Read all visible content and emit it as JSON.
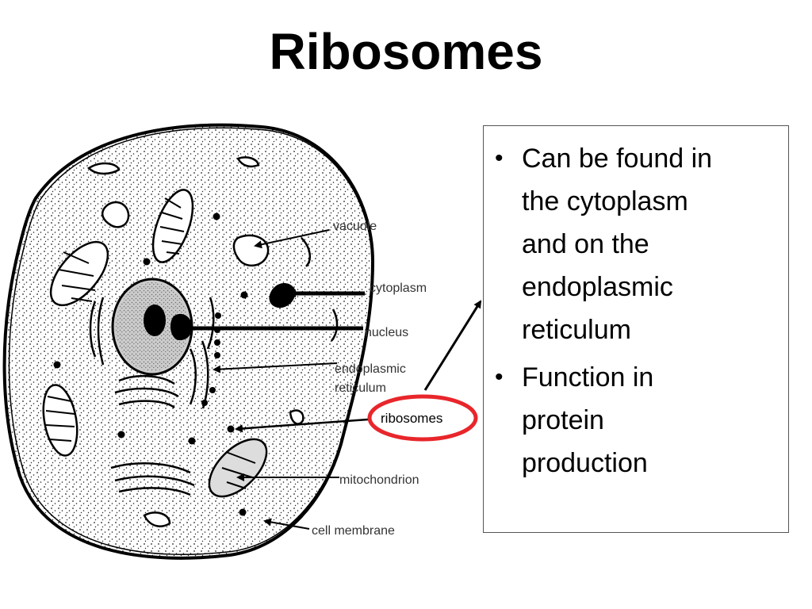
{
  "title": "Ribosomes",
  "diagram": {
    "labels": {
      "vacuole": "vacuole",
      "cytoplasm": "cytoplasm",
      "nucleus": "nucleus",
      "er_line1": "endoplasmic",
      "er_line2": "reticulum",
      "ribosomes": "ribosomes",
      "mitochondrion": "mitochondrion",
      "cell_membrane": "cell membrane"
    },
    "highlight_color": "#e8262b"
  },
  "bullets": [
    {
      "lines": [
        "Can be found in",
        "the cytoplasm",
        "and on the",
        "endoplasmic",
        "reticulum"
      ]
    },
    {
      "lines": [
        "Function in",
        "protein",
        "production"
      ]
    }
  ],
  "bullet_symbol": "•"
}
